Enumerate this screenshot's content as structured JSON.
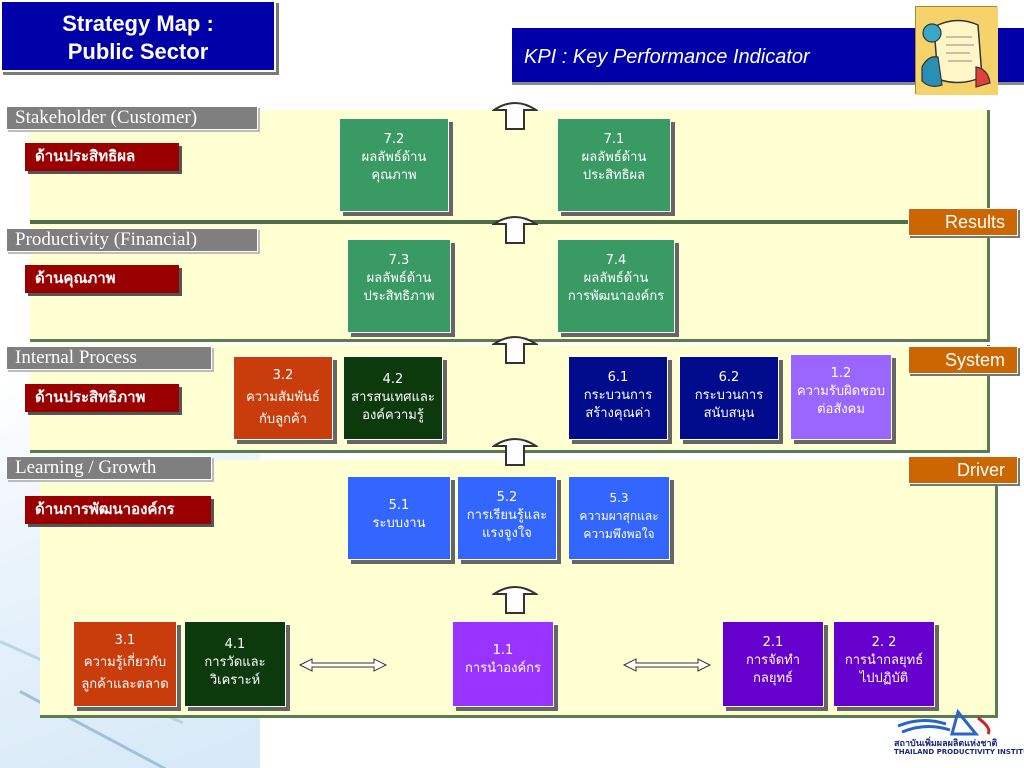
{
  "title": {
    "line1": "Strategy Map :",
    "line2": "Public Sector"
  },
  "kpi_header": "KPI : Key Performance Indicator",
  "perspectives": [
    {
      "label": "Stakeholder (Customer)",
      "area": "ด้านประสิทธิผล"
    },
    {
      "label": "Productivity (Financial)",
      "area": "ด้านคุณภาพ"
    },
    {
      "label": "Internal Process",
      "area": "ด้านประสิทธิภาพ"
    },
    {
      "label": "Learning / Growth",
      "area": "ด้านการพัฒนาองค์กร"
    }
  ],
  "side_tags": {
    "results": "Results",
    "system": "System",
    "driver": "Driver"
  },
  "boxes": {
    "b72": {
      "num": "7.2",
      "l1": "ผลลัพธ์ด้าน",
      "l2": "คุณภาพ",
      "color": "#3a9a64"
    },
    "b71": {
      "num": "7.1",
      "l1": "ผลลัพธ์ด้าน",
      "l2": "ประสิทธิผล",
      "color": "#3a9a64"
    },
    "b73": {
      "num": "7.3",
      "l1": "ผลลัพธ์ด้าน",
      "l2": "ประสิทธิภาพ",
      "color": "#3a9a64"
    },
    "b74": {
      "num": "7.4",
      "l1": "ผลลัพธ์ด้าน",
      "l2": "การพัฒนาองค์กร",
      "color": "#3a9a64"
    },
    "b32": {
      "num": "3.2",
      "l1": "ความสัมพันธ์",
      "l2": "กับลูกค้า",
      "color": "#c93c0c"
    },
    "b42": {
      "num": "4.2",
      "l1": "สารสนเทศและ",
      "l2": "องค์ความรู้",
      "color": "#0d3a0d"
    },
    "b61": {
      "num": "6.1",
      "l1": "กระบวนการ",
      "l2": "สร้างคุณค่า",
      "color": "#000c8c"
    },
    "b62": {
      "num": "6.2",
      "l1": "กระบวนการ",
      "l2": "สนับสนุน",
      "color": "#000c8c"
    },
    "b12": {
      "num": "1.2",
      "l1": "ความรับผิดชอบ",
      "l2": "ต่อสังคม",
      "color": "#9966ff"
    },
    "b51": {
      "num": "5.1",
      "l1": "ระบบงาน",
      "l2": "",
      "color": "#3366ff"
    },
    "b52": {
      "num": "5.2",
      "l1": "การเรียนรู้และ",
      "l2": "แรงจูงใจ",
      "color": "#3366ff"
    },
    "b53": {
      "num": "5.3",
      "l1": "ความผาสุกและ",
      "l2": "ความพึงพอใจ",
      "color": "#3366ff"
    },
    "b31": {
      "num": "3.1",
      "l1": "ความรู้เกี่ยวกับ",
      "l2": "ลูกค้าและตลาด",
      "color": "#c93c0c"
    },
    "b41": {
      "num": "4.1",
      "l1": "การวัดและ",
      "l2": "วิเคราะห์",
      "color": "#0d3a0d"
    },
    "b11": {
      "num": "1.1",
      "l1": "การนำองค์กร",
      "l2": "",
      "color": "#9933ff"
    },
    "b21": {
      "num": "2.1",
      "l1": "การจัดทำ",
      "l2": "กลยุทธ์",
      "color": "#6600cc"
    },
    "b22": {
      "num": "2. 2",
      "l1": "การนำกลยุทธ์",
      "l2": "ไปปฏิบัติ",
      "color": "#6600cc"
    }
  },
  "logo": {
    "thai": "สถาบันเพิ่มผลผลิตแห่งชาติ",
    "en": "THAILAND PRODUCTIVITY INSTITUTE"
  }
}
